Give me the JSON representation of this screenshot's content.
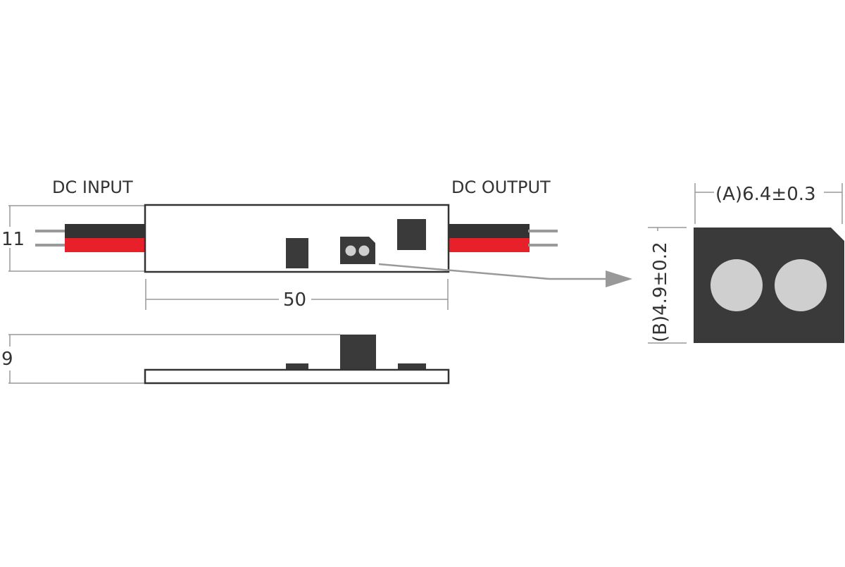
{
  "labels": {
    "dc_input": "DC INPUT",
    "dc_output": "DC OUTPUT"
  },
  "dimensions": {
    "height_top": "11",
    "length": "50",
    "height_side": "9",
    "connector_width": "(A)6.4±0.3",
    "connector_height": "(B)4.9±0.2"
  },
  "colors": {
    "outline": "#333333",
    "component": "#3a3a3a",
    "wire_black": "#333333",
    "wire_red": "#e8202a",
    "lead": "#9a9a9a",
    "dimension_line": "#999999",
    "pin": "#cfcfcf"
  },
  "icons": {
    "callout": "arrow-right-icon"
  }
}
